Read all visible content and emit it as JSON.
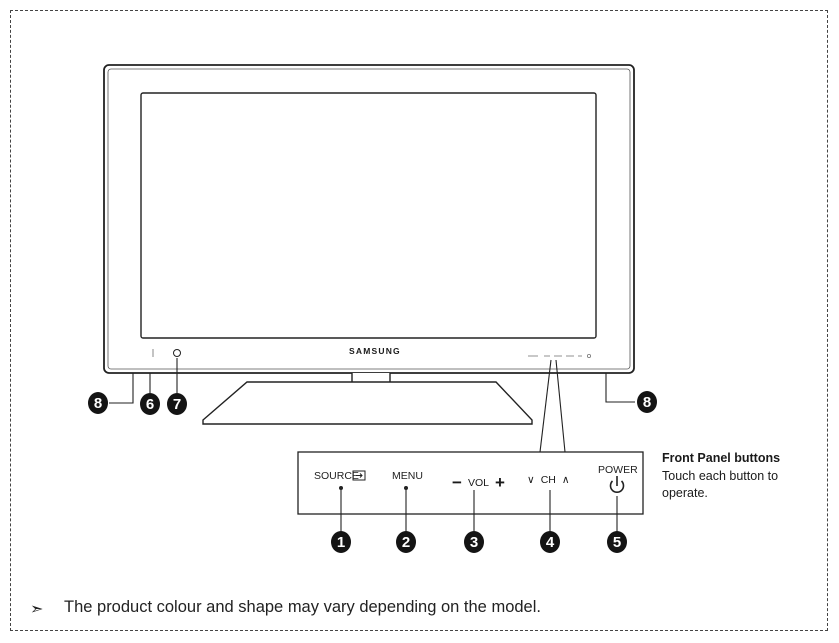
{
  "tv": {
    "brand": "SAMSUNG"
  },
  "front_panel": {
    "title": "Front Panel buttons",
    "description": "Touch each button to operate.",
    "buttons": {
      "source": "SOURCE",
      "menu": "MENU",
      "vol": "VOL",
      "vol_minus": "−",
      "vol_plus": "+",
      "ch": "CH",
      "ch_down": "∨",
      "ch_up": "∧",
      "power": "POWER"
    }
  },
  "callouts": {
    "c1": "1",
    "c2": "2",
    "c3": "3",
    "c4": "4",
    "c5": "5",
    "c6": "6",
    "c7": "7",
    "c8": "8"
  },
  "note": {
    "arrow": "➣",
    "text": "The product colour and shape may vary depending on the model."
  }
}
